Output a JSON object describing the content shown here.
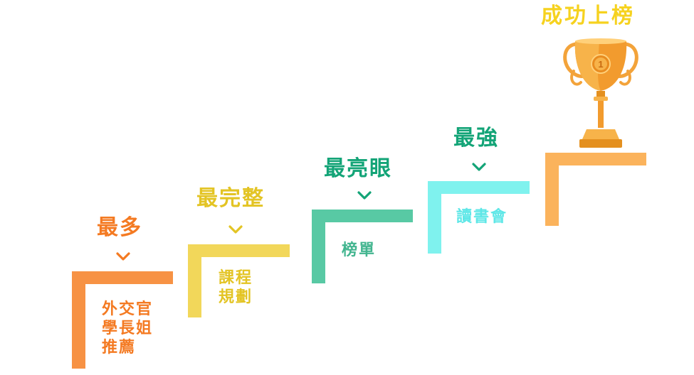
{
  "title": "成功上榜",
  "colors": {
    "step1": "#f79244",
    "step2": "#f2d75a",
    "step3": "#58c9a4",
    "step4": "#7ff2ee",
    "step5": "#fbb35c",
    "title": "#f6d21f"
  },
  "steps": [
    {
      "heading": "最多",
      "heading_color": "#f47a22",
      "desc": "外交官\n學長姐\n推薦",
      "desc_color": "#f47a22"
    },
    {
      "heading": "最完整",
      "heading_color": "#e3c424",
      "desc": "課程\n規劃",
      "desc_color": "#e3c424"
    },
    {
      "heading": "最亮眼",
      "heading_color": "#13a477",
      "desc": "榜單",
      "desc_color": "#42b58f"
    },
    {
      "heading": "最強",
      "heading_color": "#13a477",
      "desc": "讀書會",
      "desc_color": "#5ee7e7"
    },
    {
      "heading": "",
      "heading_color": "#f6d21f",
      "desc": "",
      "desc_color": "#f6d21f"
    }
  ],
  "icons": {
    "trophy": "trophy-icon",
    "chevron": "chevron-down-icon"
  }
}
